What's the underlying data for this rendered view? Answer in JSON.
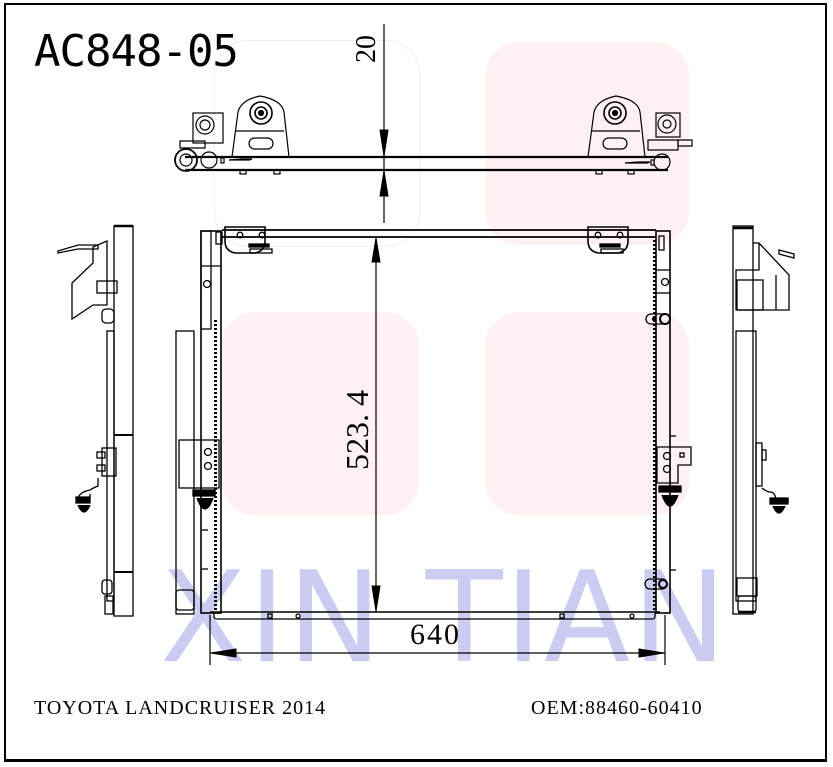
{
  "drawing": {
    "part_number": "AC848-05",
    "vehicle": "TOYOTA LANDCRUISER 2014",
    "oem_label": "OEM:",
    "oem_number": "88460-60410",
    "watermark": "XIN TIAN",
    "dimensions": {
      "thickness": "20",
      "height": "523. 4",
      "width": "640"
    },
    "views": [
      "top-view",
      "front-view",
      "left-side-view",
      "right-side-view"
    ],
    "colors": {
      "line": "#000000",
      "watermark_text": "#ccccf2",
      "watermark_tile": "#fff1f1"
    }
  }
}
